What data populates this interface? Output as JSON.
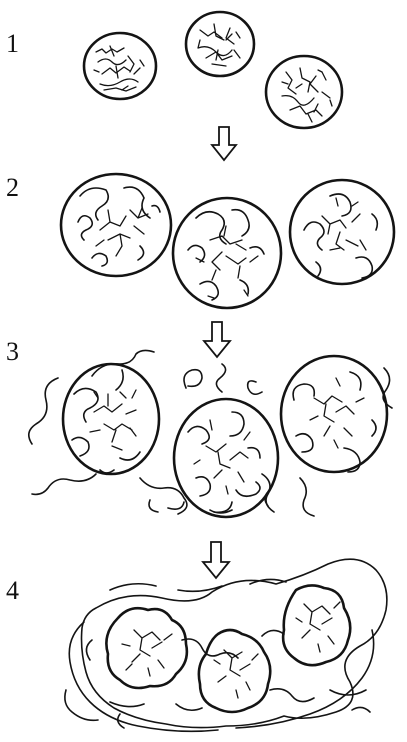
{
  "steps": [
    {
      "number": "1"
    },
    {
      "number": "2"
    },
    {
      "number": "3"
    },
    {
      "number": "4"
    }
  ],
  "ink_color": "#141414",
  "background_color": "#ffffff"
}
